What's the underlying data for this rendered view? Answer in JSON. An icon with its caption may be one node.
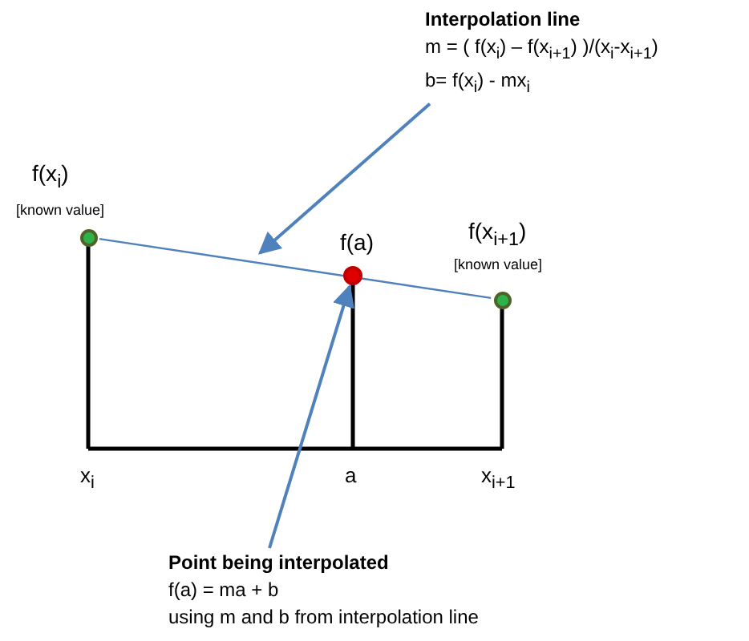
{
  "diagram": {
    "nodes": [
      {
        "text": [
          "Interpolation line",
          "m = ( f(x$_{i}$) – f(x$_{i+1}$) )/(x$_{i}$-x$_{i+1}$)",
          "b= f(x$_{i}$) - mx$_{i}$"
        ]
      },
      {
        "text": [],
        "shape": "circle",
        "beside": [
          "f(x$_{i}$)",
          "[known value]"
        ]
      },
      {
        "text": [],
        "shape": "circle",
        "beside": [
          "f(a)"
        ]
      },
      {
        "text": [],
        "shape": "circle",
        "beside": [
          "f(x$_{i+1}$)",
          "[known value]"
        ]
      },
      {
        "text": [
          "Point being interpolated",
          "f(a) = ma + b",
          "using m and b from interpolation line"
        ]
      }
    ],
    "edges": [
      {
        "from": 1,
        "to": 3,
        "arrow": "none"
      },
      {
        "from": 0,
        "to": null,
        "arrow": "to"
      },
      {
        "from": 4,
        "to": 2,
        "arrow": "to"
      }
    ],
    "labels": [
      "x$_{i}$",
      "a",
      "x$_{i+1}$"
    ]
  }
}
